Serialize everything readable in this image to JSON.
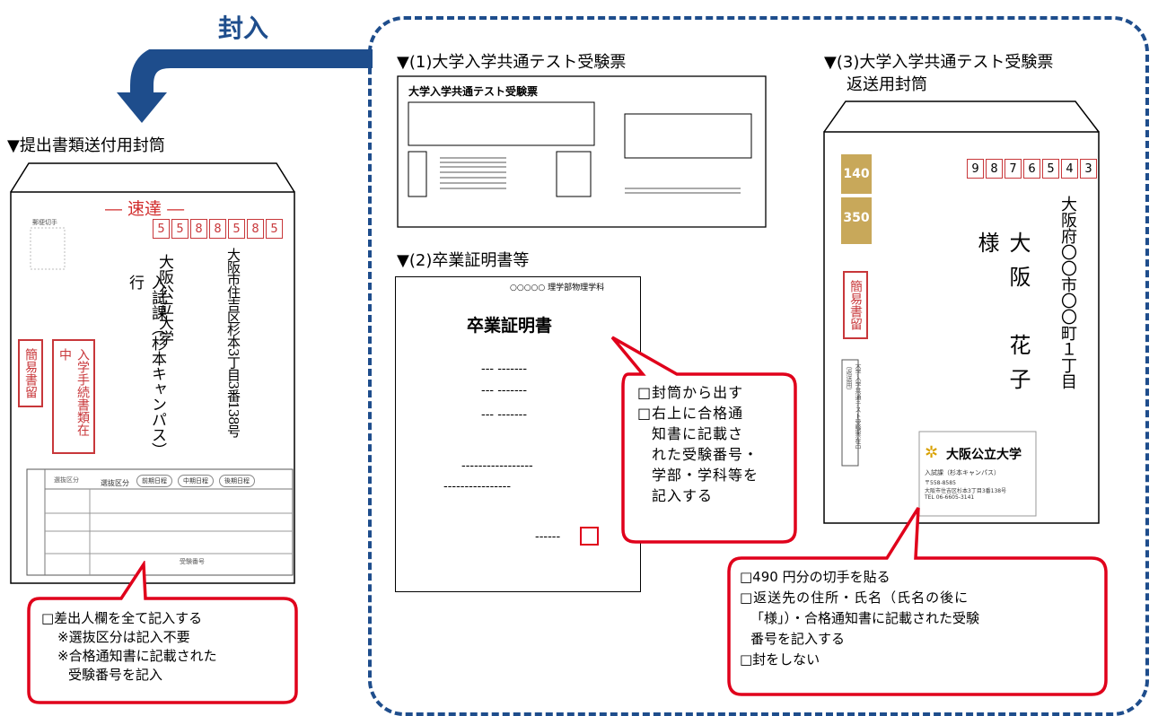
{
  "title": "封入",
  "envelope_left": {
    "heading": "▼提出書類送付用封筒",
    "sokutatsu": "― 速達 ―",
    "zip": "5588585",
    "address": "大阪市住吉区杉本3丁目3番138号",
    "recipient1": "大阪公立大学",
    "recipient2": "入試課（杉本キャンパス）　行",
    "stamp_kanni": "簡易書留",
    "stamp_nyugaku": "入学手続書類在中",
    "small_mark1": "郵便切手",
    "form_label": "選抜区分",
    "form_options": [
      "前期日程",
      "中期日程",
      "後期日程"
    ],
    "form_selection_label": "選抜区分",
    "form_exam_no": "受験番号"
  },
  "callout_left": {
    "lines": [
      "□差出人欄を全て記入する",
      "※選抜区分は記入不要",
      "※合格通知書に記載された",
      "受験番号を記入"
    ]
  },
  "doc1": {
    "heading": "▼(1)大学入学共通テスト受験票",
    "card_title": "大学入学共通テスト受験票"
  },
  "doc2": {
    "heading": "▼(2)卒業証明書等",
    "header_text": "○○○○○ 理学部物理学科",
    "title": "卒業証明書",
    "dash_lines": [
      "--- -------",
      "--- -------",
      "--- -------",
      "-----------------",
      "----------------",
      "------"
    ]
  },
  "callout_middle": {
    "lines": [
      "□封筒から出す",
      "□右上に合格通",
      "知書に記載さ",
      "れた受験番号・",
      "学部・学科等を",
      "記入する"
    ]
  },
  "doc3": {
    "heading_line1": "▼(3)大学入学共通テスト受験票",
    "heading_line2": "返送用封筒",
    "stamp_140": "140",
    "stamp_350": "350",
    "zip": "9876543",
    "address": "大阪府〇〇市〇〇町１丁目",
    "name": "大阪　花子　様",
    "stamp_kanni": "簡易書留",
    "university": "大阪公立大学",
    "sender_line1": "入試課（杉本キャンパス）",
    "sender_line2": "〒558-8585",
    "sender_line3": "大阪市住吉区杉本3丁目3番138号",
    "sender_line4": "TEL 06-6605-3141",
    "side_text": "大学入学共通テスト受験票在中（返送用）"
  },
  "callout_right": {
    "lines": [
      "□490 円分の切手を貼る",
      "□返送先の住所・氏名（氏名の後に",
      "「様」）・合格通知書に記載された受験",
      "番号を記入する",
      "□封をしない"
    ]
  },
  "colors": {
    "arrow": "#1e4d8c",
    "callout_border": "#e0001b",
    "red": "#c8373a",
    "stamp_gold": "#c8a85a"
  }
}
